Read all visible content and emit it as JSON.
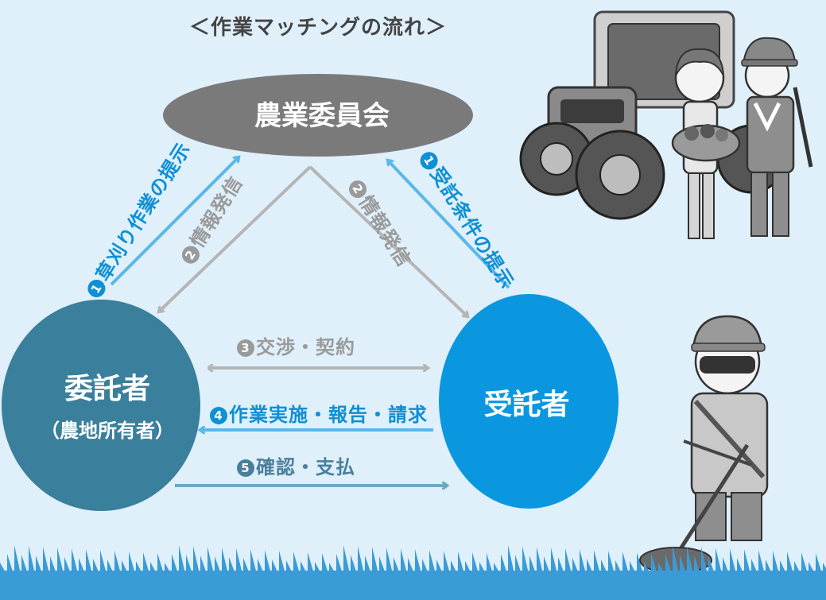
{
  "title": "＜作業マッチングの流れ＞",
  "nodes": {
    "committee": "農業委員会",
    "client": "委託者",
    "client_sub": "（農地所有者）",
    "contractor": "受託者"
  },
  "edges": {
    "client_to_committee": {
      "num": "1",
      "text": "草刈り作業の提示"
    },
    "committee_to_client": {
      "num": "2",
      "text": "情報発信"
    },
    "committee_to_contractor": {
      "num": "2",
      "text": "情報発信"
    },
    "contractor_to_committee": {
      "num": "1",
      "text": "受託条件の提示"
    },
    "negotiation": {
      "num": "3",
      "text": "交渉・契約"
    },
    "work_report": {
      "num": "4",
      "text": "作業実施・報告・請求"
    },
    "payment": {
      "num": "5",
      "text": "確認・支払"
    }
  },
  "colors": {
    "background": "#dff0fb",
    "committee": "#7a7a7a",
    "client": "#3a7f9c",
    "contractor": "#0a97e0",
    "arrow_gray": "#b5b5b5",
    "arrow_blue": "#5bb7e8",
    "arrow_dark": "#6fa7c4",
    "grass": "#3a9bd6"
  },
  "illustrations": [
    "tractor-farmers-illustration",
    "grass-trimmer-worker-illustration",
    "grass-border"
  ]
}
